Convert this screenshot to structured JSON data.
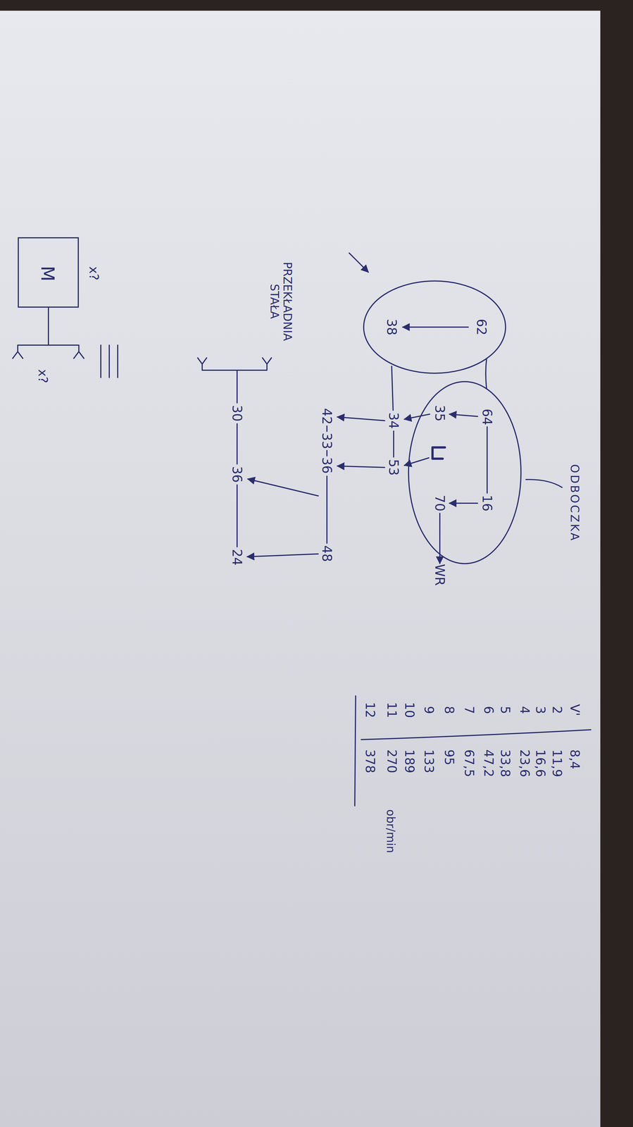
{
  "diagram": {
    "nodes": [
      {
        "text": [
          "62",
          "38"
        ]
      },
      {
        "text": [
          "64",
          "16",
          "35",
          "70"
        ]
      },
      {
        "text": [
          "M"
        ]
      }
    ],
    "edges": [
      {
        "from": 0,
        "to": 1,
        "arrow": "none"
      }
    ],
    "labels": [
      "ODBOCZKA",
      "WR",
      "34",
      "53",
      "42",
      "33",
      "36",
      "48",
      "30",
      "36",
      "24",
      "PRZEKŁADNIA STAŁA",
      "x?",
      "x?",
      "V'",
      "2",
      "3",
      "4",
      "5",
      "6",
      "7",
      "8",
      "9",
      "10",
      "11",
      "12",
      "8,4",
      "11,9",
      "16,6",
      "23,6",
      "33,8",
      "47,2",
      "67,5",
      "95",
      "133",
      "189",
      "270",
      "378",
      "obr/min"
    ]
  }
}
